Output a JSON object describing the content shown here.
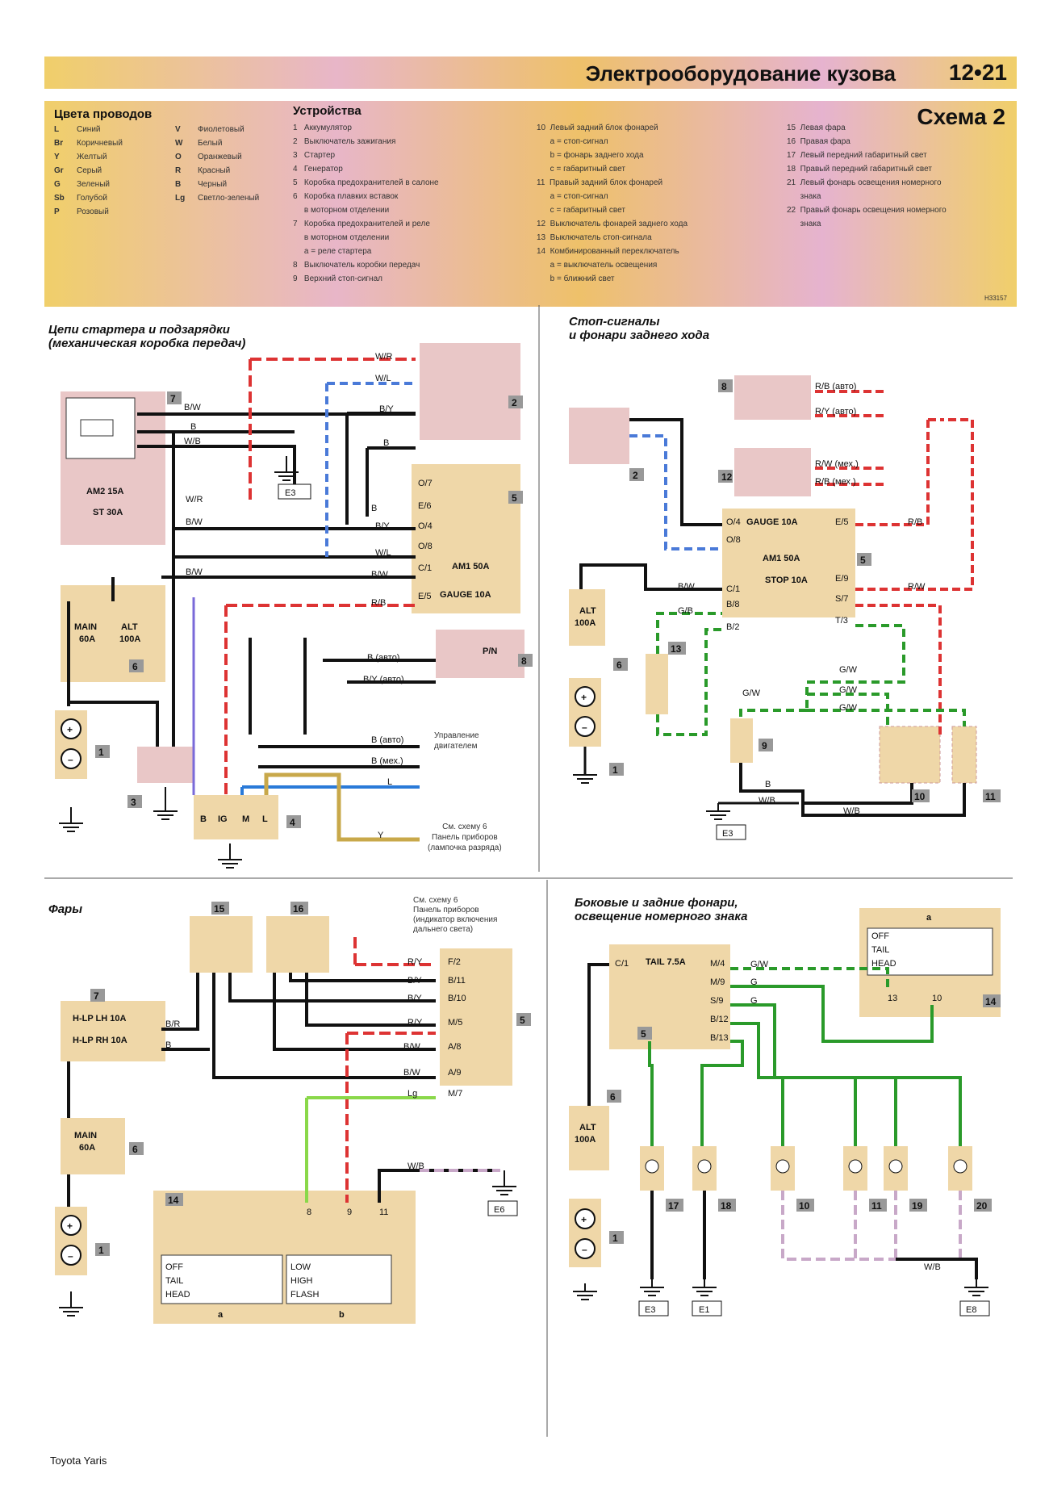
{
  "header": {
    "title": "Электрооборудование кузова",
    "page_number": "12•21"
  },
  "scheme_title": "Схема 2",
  "legend": {
    "colors_title": "Цвета проводов",
    "colors": [
      {
        "code": "L",
        "name": "Синий"
      },
      {
        "code": "Br",
        "name": "Коричневый"
      },
      {
        "code": "Y",
        "name": "Желтый"
      },
      {
        "code": "Gr",
        "name": "Серый"
      },
      {
        "code": "G",
        "name": "Зеленый"
      },
      {
        "code": "Sb",
        "name": "Голубой"
      },
      {
        "code": "P",
        "name": "Розовый"
      },
      {
        "code": "V",
        "name": "Фиолетовый"
      },
      {
        "code": "W",
        "name": "Белый"
      },
      {
        "code": "O",
        "name": "Оранжевый"
      },
      {
        "code": "R",
        "name": "Красный"
      },
      {
        "code": "B",
        "name": "Черный"
      },
      {
        "code": "Lg",
        "name": "Светло-зеленый"
      }
    ],
    "devices_title": "Устройства",
    "devices_col1": [
      "1   Аккумулятор",
      "2   Выключатель зажигания",
      "3   Стартер",
      "4   Генератор",
      "5   Коробка предохранителей в салоне",
      "6   Коробка плавких вставок",
      "     в моторном отделении",
      "7   Коробка предохранителей и реле",
      "     в моторном отделении",
      "     a = реле стартера",
      "8   Выключатель коробки передач",
      "9   Верхний стоп-сигнал"
    ],
    "devices_col2": [
      "10  Левый задний блок фонарей",
      "      a = стоп-сигнал",
      "      b = фонарь заднего хода",
      "      c = габаритный свет",
      "11  Правый задний блок фонарей",
      "      a = стоп-сигнал",
      "      c = габаритный свет",
      "12  Выключатель фонарей заднего хода",
      "13  Выключатель стоп-сигнала",
      "14  Комбинированный переключатель",
      "      a = выключатель освещения",
      "      b = ближний свет"
    ],
    "devices_col3": [
      "15  Левая фара",
      "16  Правая фара",
      "17  Левый передний габаритный свет",
      "18  Правый передний габаритный свет",
      "21  Левый фонарь освещения номерного",
      "      знака",
      "22  Правый фонарь освещения номерного",
      "      знака"
    ],
    "code": "H33157"
  },
  "sections": {
    "starter": "Цепи стартера и подзарядки\n(механическая коробка передач)",
    "stop": "Стоп-сигналы\nи фонари заднего хода",
    "headlights": "Фары",
    "side": "Боковые и задние фонари,\nосвещение номерного знака"
  },
  "notes": {
    "engine_control": "Управление\nдвигателем",
    "see_scheme6_gen": "См. схему 6\nПанель приборов\n(лампочка разряда)",
    "see_scheme6_hl": "См. схему 6\nПанель приборов\n(индикатор включения\nдальнего света)"
  },
  "footer": "Toyota Yaris"
}
